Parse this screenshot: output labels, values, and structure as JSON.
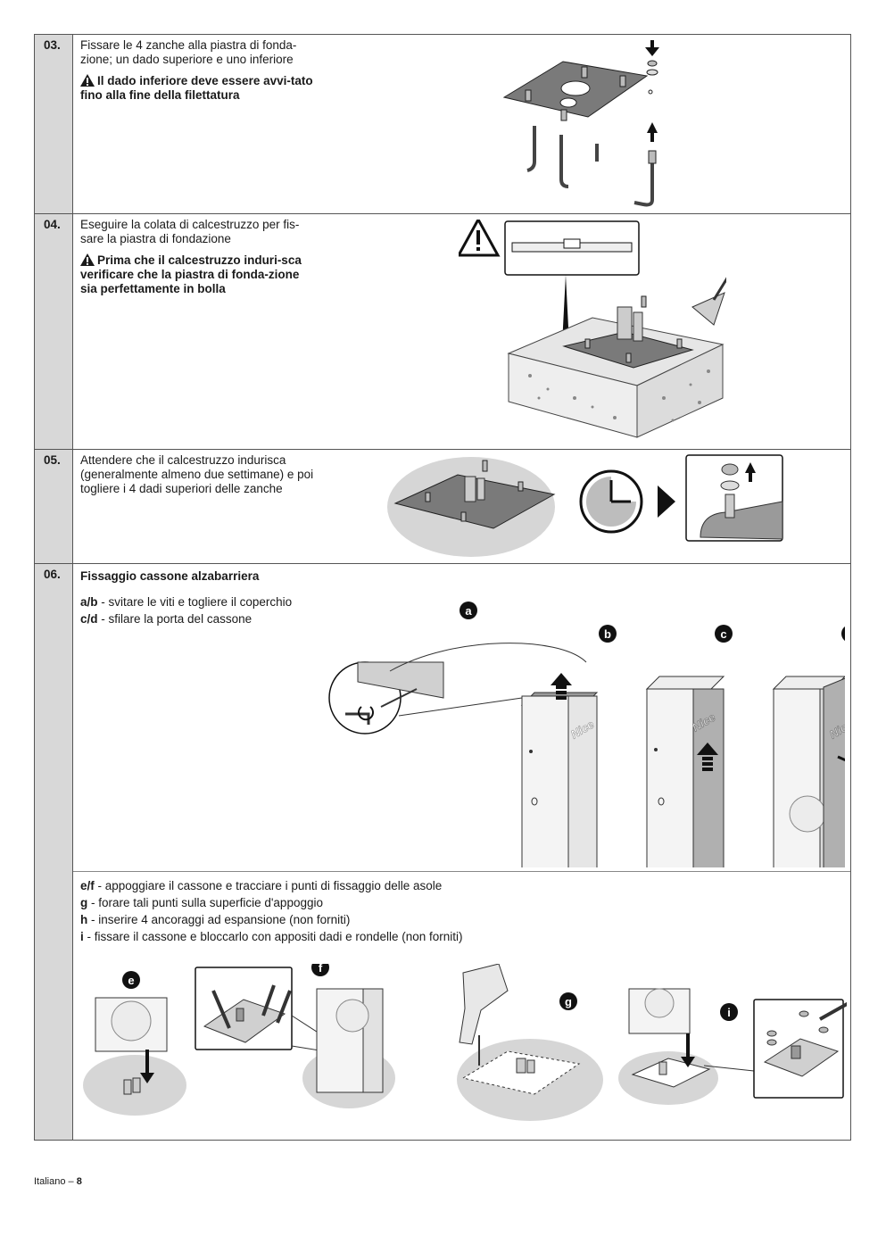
{
  "steps": [
    {
      "number": "03.",
      "text": "Fissare le 4 zanche alla piastra di fonda-zione; un dado superiore e uno inferiore",
      "warning": "Il dado inferiore deve essere avvi-tato fino alla fine della filettatura"
    },
    {
      "number": "04.",
      "text": "Eseguire la colata di calcestruzzo per fis-sare la piastra di fondazione",
      "warning": "Prima che il calcestruzzo induri-sca verificare che la piastra di fonda-zione sia perfettamente in bolla"
    },
    {
      "number": "05.",
      "text": "Attendere che il calcestruzzo indurisca (generalmente almeno due settimane) e poi togliere i 4 dadi superiori delle zanche"
    },
    {
      "number": "06.",
      "title": "Fissaggio cassone alzabarriera",
      "items_top": [
        {
          "key": "a/b",
          "text": " - svitare le viti e togliere il coperchio"
        },
        {
          "key": "c/d",
          "text": " - sfilare la porta del cassone"
        }
      ],
      "items_bottom": [
        {
          "key": "e/f",
          "text": " - appoggiare il cassone e tracciare i punti di fissaggio delle asole"
        },
        {
          "key": "g",
          "text": " - forare tali punti sulla superficie d'appoggio"
        },
        {
          "key": "h",
          "text": " - inserire 4 ancoraggi ad espansione (non forniti)"
        },
        {
          "key": "i",
          "text": " - fissare il cassone e bloccarlo con appositi dadi e rondelle (non forniti)"
        }
      ]
    }
  ],
  "figure_labels": {
    "a": "a",
    "b": "b",
    "c": "c",
    "d": "d",
    "e": "e",
    "f": "f",
    "g": "g",
    "i": "i",
    "brand": "Nice"
  },
  "footer": {
    "language": "Italiano",
    "separator": " – ",
    "page": "8"
  }
}
